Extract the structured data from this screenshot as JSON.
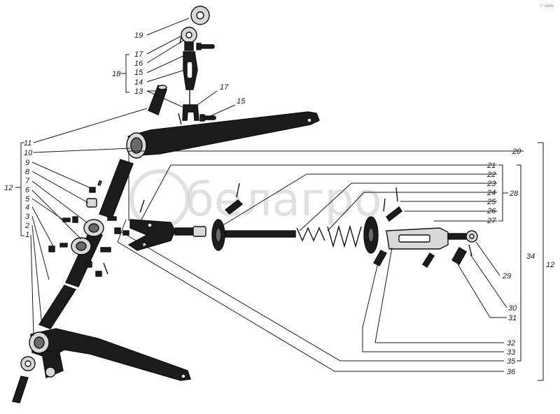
{
  "watermark": {
    "text": "белагро",
    "color": "#c8c8c8"
  },
  "corner_mark": "г'-ооо",
  "callouts": {
    "n1": "1",
    "n2": "2",
    "n3": "3",
    "n4": "4",
    "n5": "5",
    "n6": "6",
    "n7": "7",
    "n8": "8",
    "n9": "9",
    "n10": "10",
    "n11": "11",
    "n12_left": "12",
    "n12_right": "12",
    "n13": "13",
    "n14": "14",
    "n15_list": "15",
    "n15_part": "15",
    "n16": "16",
    "n17_list": "17",
    "n17_part": "17",
    "n18": "18",
    "n19": "19",
    "n20": "20",
    "n21": "21",
    "n22": "22",
    "n23": "23",
    "n24": "24",
    "n25": "25",
    "n26": "26",
    "n27": "27",
    "n28": "28",
    "n29": "29",
    "n30": "30",
    "n31": "31",
    "n32": "32",
    "n33": "33",
    "n34": "34",
    "n35": "35",
    "n36": "36"
  }
}
